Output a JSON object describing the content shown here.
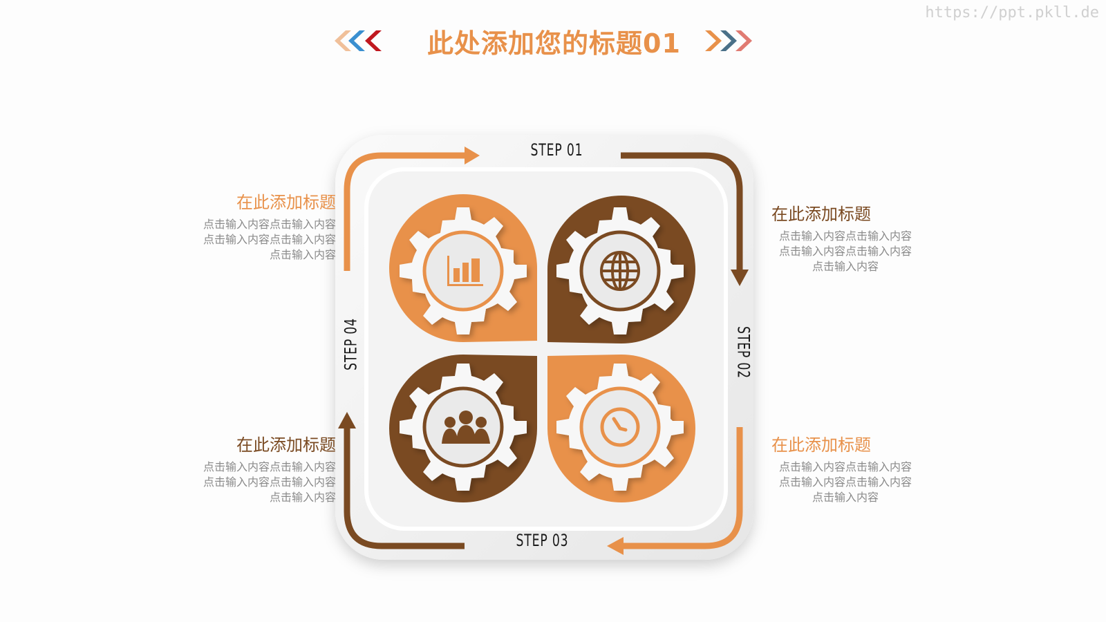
{
  "watermark": "https://ppt.pkll.de",
  "header": {
    "title": "此处添加您的标题01",
    "left_chevrons": [
      "#f0c09a",
      "#3a8fd0",
      "#c0181f"
    ],
    "right_chevrons": [
      "#e8914a",
      "#4a7088",
      "#e07b72"
    ]
  },
  "colors": {
    "orange": "#e8914a",
    "brown": "#7a4a22",
    "panel": "#f1f1f1"
  },
  "steps": [
    {
      "label": "STEP 01"
    },
    {
      "label": "STEP 02"
    },
    {
      "label": "STEP 03"
    },
    {
      "label": "STEP 04"
    }
  ],
  "quadrants": [
    {
      "icon": "bar-chart-icon",
      "color": "orange"
    },
    {
      "icon": "globe-icon",
      "color": "brown"
    },
    {
      "icon": "team-icon",
      "color": "brown"
    },
    {
      "icon": "clock-icon",
      "color": "orange"
    }
  ],
  "panels": [
    {
      "title": "在此添加标题",
      "lines": [
        "点击输入内容点击输入内容",
        "点击输入内容点击输入内容",
        "点击输入内容"
      ]
    },
    {
      "title": "在此添加标题",
      "lines": [
        "点击输入内容点击输入内容",
        "点击输入内容点击输入内容",
        "点击输入内容"
      ]
    },
    {
      "title": "在此添加标题",
      "lines": [
        "点击输入内容点击输入内容",
        "点击输入内容点击输入内容",
        "点击输入内容"
      ]
    },
    {
      "title": "在此添加标题",
      "lines": [
        "点击输入内容点击输入内容",
        "点击输入内容点击输入内容",
        "点击输入内容"
      ]
    }
  ]
}
